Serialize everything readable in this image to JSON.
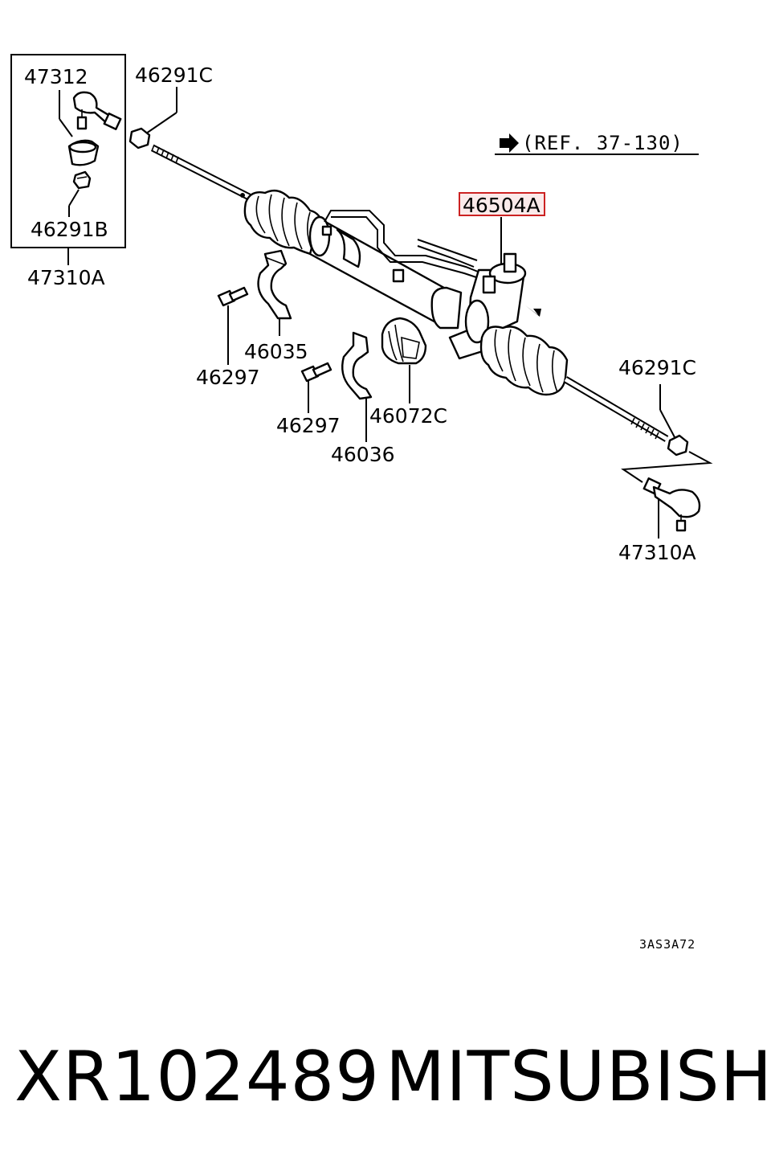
{
  "diagram": {
    "labels": {
      "tie_rod_end_left": "47312",
      "nut_top_left": "46291C",
      "nut_inner_left": "46291B",
      "tie_rod_assy_left": "47310A",
      "gear_box": "46504A",
      "clamp_left": "46035",
      "bolt_left": "46297",
      "bolt_right": "46297",
      "clamp_right": "46036",
      "bushing": "46072C",
      "nut_right": "46291C",
      "tie_rod_assy_right": "47310A"
    },
    "reference": "(REF. 37-130)",
    "drawing_code": "3AS3A72",
    "highlight_color": "#cc2222"
  },
  "footer": {
    "part_number": "XR102489",
    "brand": "MITSUBISHI"
  }
}
